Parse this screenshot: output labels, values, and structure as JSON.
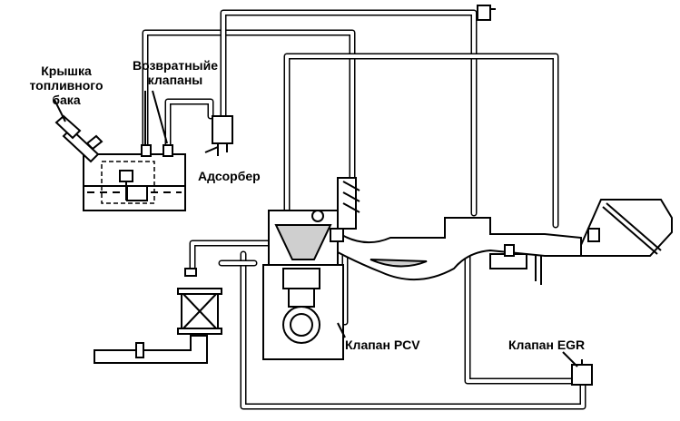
{
  "labels": {
    "filler_cap_line1": "Крышка",
    "filler_cap_line2": "топливного",
    "filler_cap_line3": "бака",
    "check_valves_line1": "Возвратныйе",
    "check_valves_line2": "клапаны",
    "canister": "Адсорбер",
    "pcv_valve": "Клапан PCV",
    "egr_valve": "Клапан EGR"
  }
}
